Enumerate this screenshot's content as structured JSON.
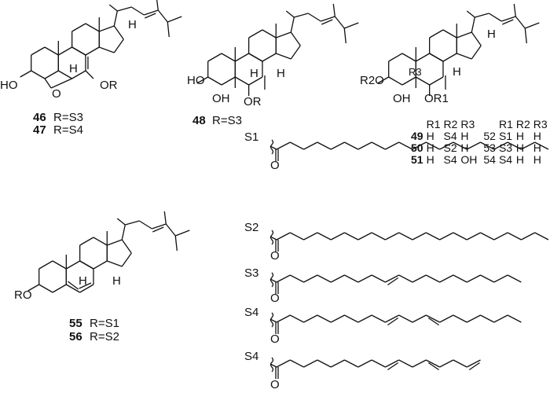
{
  "compounds": {
    "c46": {
      "id": "46",
      "r": "R=S3"
    },
    "c47": {
      "id": "47",
      "r": "R=S4"
    },
    "c48": {
      "id": "48",
      "r": "R=S3"
    },
    "c55": {
      "id": "55",
      "r": "R=S1"
    },
    "c56": {
      "id": "56",
      "r": "R=S2"
    }
  },
  "atom_labels": {
    "s46": {
      "ho": "HO",
      "or": "OR",
      "o": "O",
      "h1": "H",
      "h2": "H"
    },
    "s48": {
      "ho": "HO",
      "oh": "OH",
      "or": "OR",
      "h1": "H",
      "h2": "H"
    },
    "s49": {
      "r2o": "R2O",
      "oh": "OH",
      "or1": "OR1",
      "r3": "R3",
      "h1": "H",
      "h2": "H"
    },
    "s55": {
      "ro": "RO",
      "h1": "H",
      "h2": "H"
    }
  },
  "table": {
    "headers": [
      "R1",
      "R2",
      "R3"
    ],
    "rows": [
      {
        "id": "49",
        "r1": "H",
        "r2": "S4",
        "r3": "H",
        "id2": "52",
        "r1b": "S1",
        "r2b": "H",
        "r3b": "H"
      },
      {
        "id": "50",
        "r1": "H",
        "r2": "S2",
        "r3": "H",
        "id2": "53",
        "r1b": "S3",
        "r2b": "H",
        "r3b": "H"
      },
      {
        "id": "51",
        "r1": "H",
        "r2": "S4",
        "r3": "OH",
        "id2": "54",
        "r1b": "S4",
        "r2b": "H",
        "r3b": "H"
      }
    ]
  },
  "chains": [
    {
      "label": "S1",
      "carbons": 21,
      "double_bonds": []
    },
    {
      "label": "S2",
      "carbons": 21,
      "double_bonds": []
    },
    {
      "label": "S3",
      "carbons": 19,
      "double_bonds": [
        9
      ]
    },
    {
      "label": "S4",
      "carbons": 19,
      "double_bonds": [
        9,
        12
      ]
    },
    {
      "label": "S4",
      "carbons": 16,
      "double_bonds": [
        9,
        12,
        15
      ]
    }
  ],
  "chain_oxygen": "O"
}
